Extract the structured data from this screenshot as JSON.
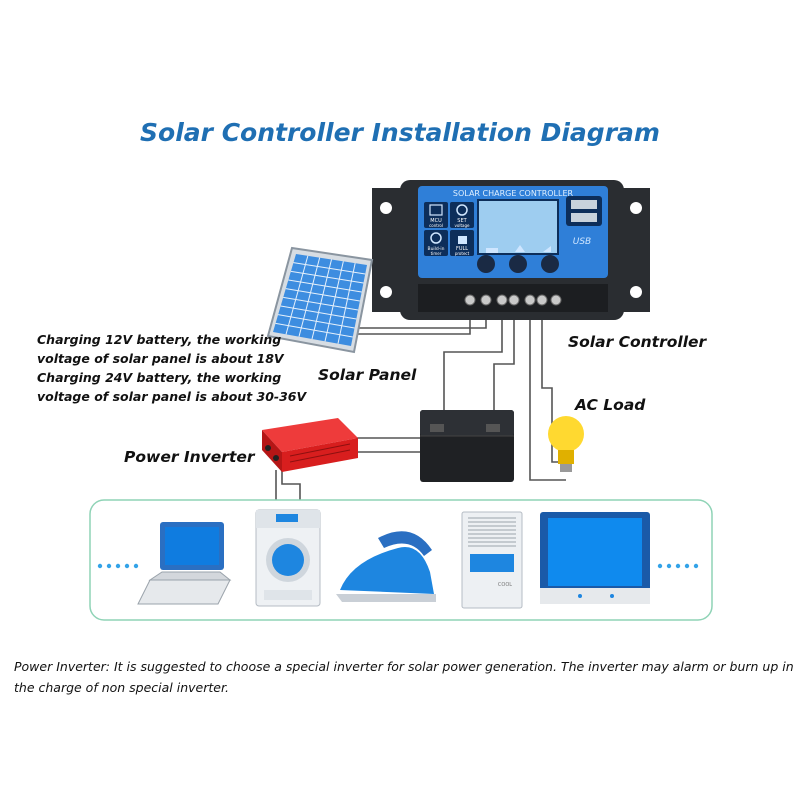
{
  "title": "Solar Controller Installation Diagram",
  "controller": {
    "label": "Solar Controller",
    "panel_text": "SOLAR CHARGE CONTROLLER",
    "usb_text": "USB",
    "keys": [
      {
        "line1": "MCU",
        "line2": "control"
      },
      {
        "line1": "SET",
        "line2": "voltage"
      },
      {
        "line1": "Build-in",
        "line2": "timer"
      },
      {
        "line1": "FULL",
        "line2": "protect"
      }
    ]
  },
  "solar_panel": {
    "label": "Solar Panel"
  },
  "ac_load": {
    "label": "AC Load"
  },
  "power_inverter": {
    "label": "Power Inverter"
  },
  "charging_notes": [
    "Charging 12V battery, the working",
    "voltage of solar panel is about 18V",
    "Charging 24V battery, the working",
    "voltage of solar panel is about 30-36V"
  ],
  "appliances": {
    "ac_unit_text": "COOL"
  },
  "footer_note": "Power Inverter: It is suggested to choose a special inverter for solar power generation. The inverter may alarm or burn up in the charge of non special inverter.",
  "colors": {
    "title": "#1f6fb3",
    "controller_body": "#2a2d31",
    "controller_face": "#2f7fd8",
    "lcd": "#9ecdf0",
    "solar_cell": "#3d8de0",
    "inverter": "#d81e1e",
    "appliance_blue": "#1e86e0",
    "frame_border": "#8fd3b6"
  }
}
